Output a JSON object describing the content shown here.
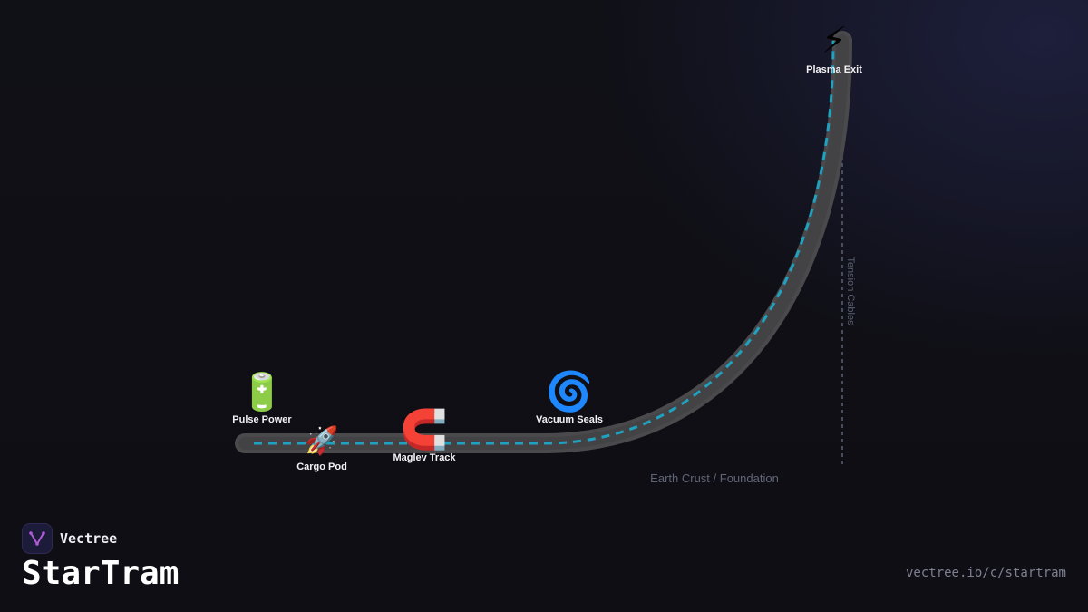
{
  "brand": {
    "name": "Vectree",
    "logo_icon": "vectree-logo-icon",
    "logo_color": "#b05bd6"
  },
  "title": "StarTram",
  "footer": {
    "url": "vectree.io/c/startram"
  },
  "colors": {
    "track": "#4a4a4c",
    "track_dark": "#3a3a3d",
    "flow": "#1fa2bf",
    "cable": "#5a6172",
    "background": "#0f0e14"
  },
  "diagram": {
    "nodes": [
      {
        "id": "pulse-power",
        "icon": "battery-icon",
        "glyph": "🔋",
        "label": "Pulse Power"
      },
      {
        "id": "cargo-pod",
        "icon": "rocket-icon",
        "glyph": "🚀",
        "label": "Cargo Pod"
      },
      {
        "id": "maglev-track",
        "icon": "magnet-icon",
        "glyph": "🧲",
        "label": "Maglev Track"
      },
      {
        "id": "vacuum-seals",
        "icon": "cyclone-icon",
        "glyph": "🌀",
        "label": "Vacuum Seals"
      },
      {
        "id": "plasma-exit",
        "icon": "lightning-icon",
        "glyph": "⚡",
        "label": "Plasma Exit"
      }
    ],
    "annotations": {
      "ground": "Earth Crust / Foundation",
      "cables": "Tension Cables"
    }
  }
}
